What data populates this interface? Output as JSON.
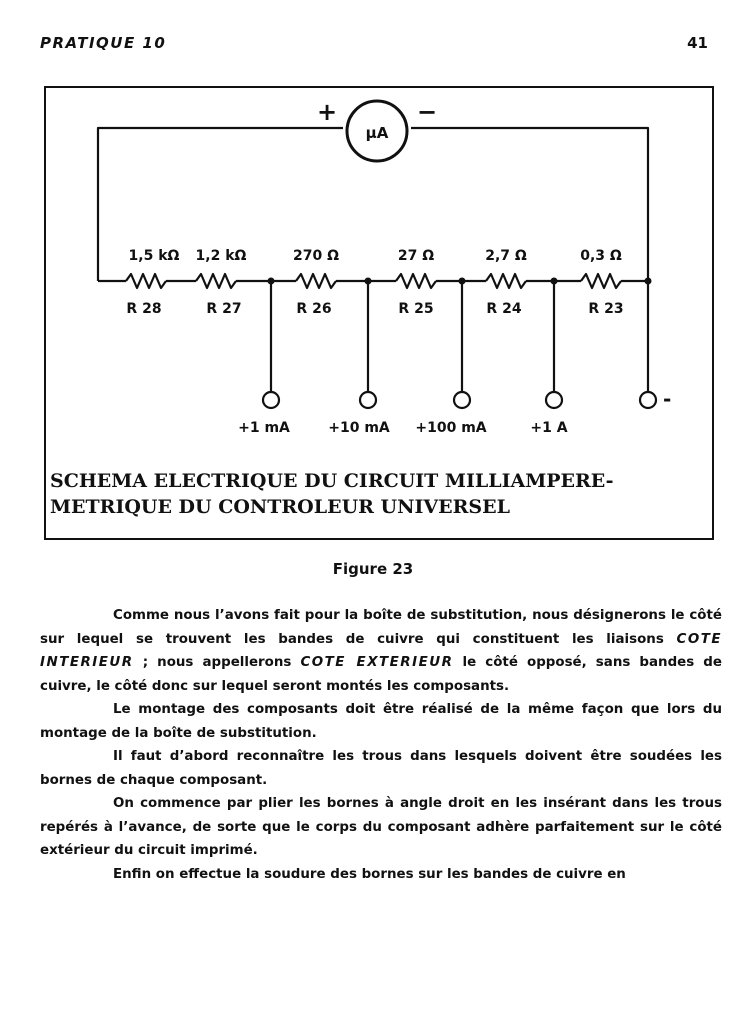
{
  "header": {
    "left": "PRATIQUE 10",
    "page_number": "41"
  },
  "figure": {
    "meter_label": "µA",
    "plus": "+",
    "minus": "−",
    "resistors": [
      {
        "value": "1,5  kΩ",
        "name": "R 28"
      },
      {
        "value": "1,2  kΩ",
        "name": "R 27"
      },
      {
        "value": "270  Ω",
        "name": "R 26"
      },
      {
        "value": "27 Ω",
        "name": "R 25"
      },
      {
        "value": "2,7 Ω",
        "name": "R 24"
      },
      {
        "value": "0,3 Ω",
        "name": "R 23"
      }
    ],
    "terminals": [
      "+1 mA",
      "+10 mA",
      "+100 mA",
      "+1 A"
    ],
    "common_minus": "-",
    "caption_line1": "SCHEMA ELECTRIQUE DU CIRCUIT MILLIAMPERE-",
    "caption_line2": "METRIQUE DU CONTROLEUR UNIVERSEL"
  },
  "figure_label": "Figure 23",
  "paragraphs": [
    {
      "parts": [
        "Comme nous l’avons fait pour la boîte de substitution, nous désignerons le côté sur lequel se trouvent les bandes de cuivre qui constituent les liaisons ",
        "COTE INTERIEUR",
        " ; nous appellerons ",
        "COTE EXTERIEUR",
        " le côté opposé, sans bandes de cuivre, le côté donc sur lequel seront montés les composants."
      ]
    },
    {
      "text": "Le montage des composants doit être réalisé de la même façon que lors du montage de la boîte de substitution."
    },
    {
      "text": "Il faut d’abord reconnaître les trous dans lesquels doivent être soudées les bornes de chaque composant."
    },
    {
      "text": "On commence par plier les bornes à angle droit en les insérant dans les trous repérés à l’avance, de sorte que le corps du composant adhère parfaitement sur le côté extérieur du circuit imprimé."
    },
    {
      "text": "Enfin on effectue la soudure des bornes sur les bandes de cuivre en"
    }
  ]
}
